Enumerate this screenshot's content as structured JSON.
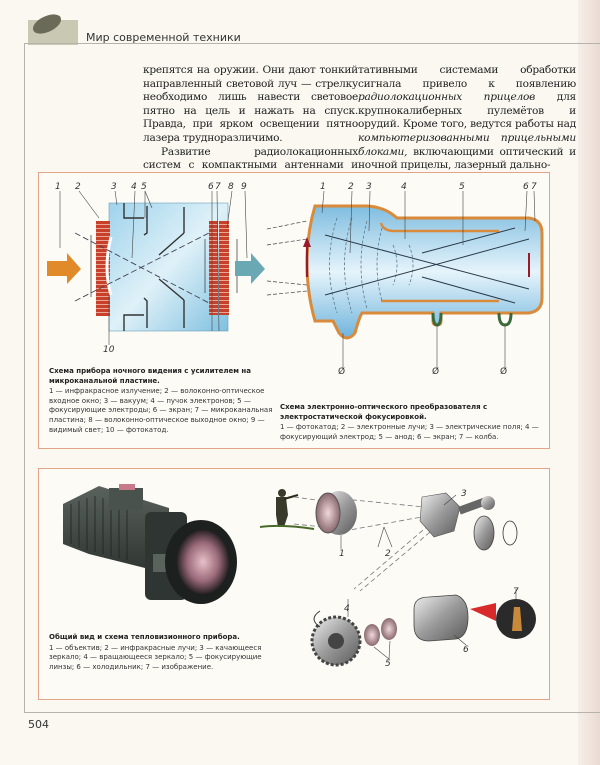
{
  "header": {
    "section_title": "Мир современной техники",
    "logo_icon": "leaf-emblem-icon"
  },
  "body_text": {
    "left_column": {
      "p1": "крепятся на оружии. Они дают тонкий направленный световой луч — стрелку необходимо лишь навести световое пятно на цель и нажать на спуск. Правда, при ярком освещении пятно лазера трудноразличимо.",
      "p2": "Развитие радиолокационных систем с компактными антеннами и пор-"
    },
    "right_column": {
      "t1": "тативными системами обработки сигнала привело к появлению ",
      "em1": "радиолокационных прицелов",
      "t2": " для крупнокалиберных пулемётов и орудий. Кроме того, ведутся работы над ",
      "em2": "компьютеризованными прицельными блоками,",
      "t3": " включающими оптический и ночной прицелы, лазерный дально-"
    }
  },
  "figure1": {
    "labels": [
      "1",
      "2",
      "3",
      "4",
      "5",
      "6",
      "7",
      "8",
      "9",
      "10"
    ],
    "caption_title": "Схема прибора ночного видения с усилителем на микроканальной пластине.",
    "caption_body": "1 — инфракрасное излучение; 2 — волоконно-оптическое входное окно; 3 — вакуум; 4 — пучок электронов; 5 — фокусирующие электроды; 6 — экран; 7 — микроканальная пластина; 8 — волоконно-оптическое выходное окно; 9 — видимый свет; 10 — фотокатод.",
    "colors": {
      "chamber": "#8ec9e6",
      "window": "#c8402a",
      "input_arrow": "#e08a2a",
      "output_arrow": "#6aa8b4"
    }
  },
  "figure2": {
    "labels": [
      "1",
      "2",
      "3",
      "4",
      "5",
      "6",
      "7"
    ],
    "ground_symbol": "Ø",
    "caption_title": "Схема электронно-оптического преобразователя с электростатической фокусировкой.",
    "caption_body": "1 — фотокатод; 2 — электронные лучи; 3 — электрические поля; 4 — фокусирующий электрод; 5 — анод; 6 — экран; 7 — колба.",
    "colors": {
      "tube_fill": "#a6d3ec",
      "tube_shell": "#d98a3a",
      "arrow": "#9a1a2a"
    }
  },
  "figure3": {
    "labels": [
      "1",
      "2",
      "3",
      "4",
      "5",
      "6",
      "7"
    ],
    "caption_title": "Общий вид и схема тепловизионного прибора.",
    "caption_body": "1 — объектив; 2 — инфракрасные лучи; 3 — качающееся зеркало; 4 — вращающееся зеркало; 5 — фокусирующие линзы; 6 — холодильник; 7 — изображение.",
    "colors": {
      "device_body": "#3e4642",
      "lens": "#b07a8a",
      "pointer": "#d82a2a"
    }
  },
  "footer": {
    "page_number": "504"
  }
}
